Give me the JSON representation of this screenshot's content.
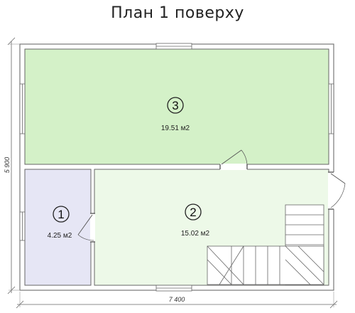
{
  "title": "План 1 поверху",
  "colors": {
    "room3": "#d4f1c8",
    "room2": "#edf9e8",
    "room1": "#e6e6f5",
    "wall": "#666666",
    "line": "#555555"
  },
  "rooms": [
    {
      "number": "1",
      "area": "4.25 м2"
    },
    {
      "number": "2",
      "area": "15.02 м2"
    },
    {
      "number": "3",
      "area": "19.51 м2"
    }
  ],
  "dimensions": {
    "width": "7 400",
    "height": "5 900"
  }
}
